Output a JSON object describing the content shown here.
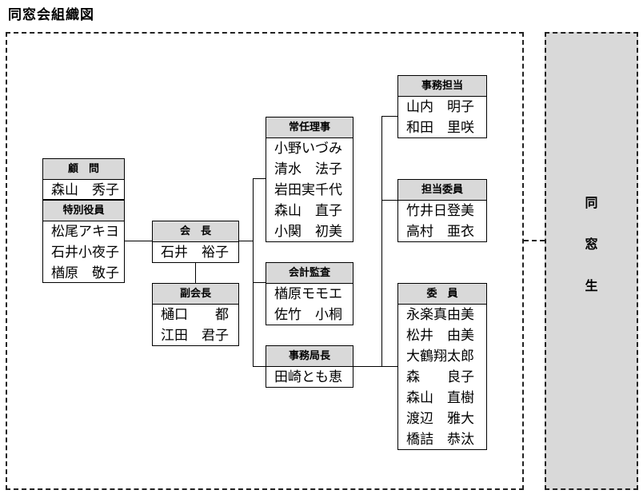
{
  "title": "同窓会組織図",
  "side_label": "同窓生",
  "boxes": {
    "komon": {
      "header": "顧　問",
      "members": [
        "森山　秀子"
      ]
    },
    "tokubetsu": {
      "header": "特別役員",
      "members": [
        "松尾アキヨ",
        "石井小夜子",
        "楢原　敬子"
      ]
    },
    "kaicho": {
      "header": "会　長",
      "members": [
        "石井　裕子"
      ]
    },
    "fukukaicho": {
      "header": "副会長",
      "members": [
        "樋口　　都",
        "江田　君子"
      ]
    },
    "jonin": {
      "header": "常任理事",
      "members": [
        "小野いづみ",
        "清水　法子",
        "岩田実千代",
        "森山　直子",
        "小関　初美"
      ]
    },
    "kansa": {
      "header": "会計監査",
      "members": [
        "楢原モモエ",
        "佐竹　小桐"
      ]
    },
    "jimukyoku": {
      "header": "事務局長",
      "members": [
        "田崎とも恵"
      ]
    },
    "jimutanto": {
      "header": "事務担当",
      "members": [
        "山内　明子",
        "和田　里咲"
      ]
    },
    "tanto": {
      "header": "担当委員",
      "members": [
        "竹井日登美",
        "高村　亜衣"
      ]
    },
    "iin": {
      "header": "委　員",
      "members": [
        "永楽真由美",
        "松井　由美",
        "大鶴翔太郎",
        "森　　良子",
        "森山　直樹",
        "渡辺　雅大",
        "橋詰　恭汰"
      ]
    }
  }
}
